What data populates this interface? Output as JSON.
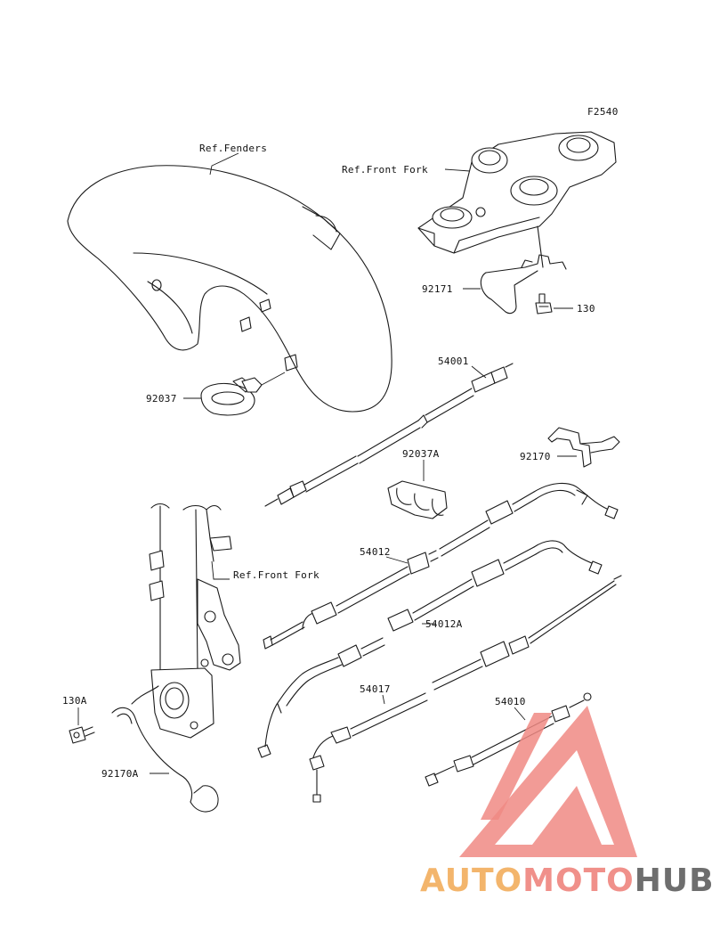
{
  "figure_code": "F2540",
  "labels": {
    "ref_fenders": "Ref.Fenders",
    "ref_front_fork_top": "Ref.Front Fork",
    "ref_front_fork_leg": "Ref.Front Fork",
    "p92171": "92171",
    "p130": "130",
    "p54001": "54001",
    "p92037": "92037",
    "p92037A": "92037A",
    "p92170": "92170",
    "p54012": "54012",
    "p54012A": "54012A",
    "p130A": "130A",
    "p54017": "54017",
    "p54010": "54010",
    "p92170A": "92170A"
  },
  "watermark": {
    "part1": "AUTO",
    "part2": "MOTO",
    "part3": "HUB",
    "colors": {
      "auto": "#f3b56c",
      "moto": "#f0908a",
      "hub": "#6e6e6e",
      "logo": "#f08a84"
    }
  }
}
